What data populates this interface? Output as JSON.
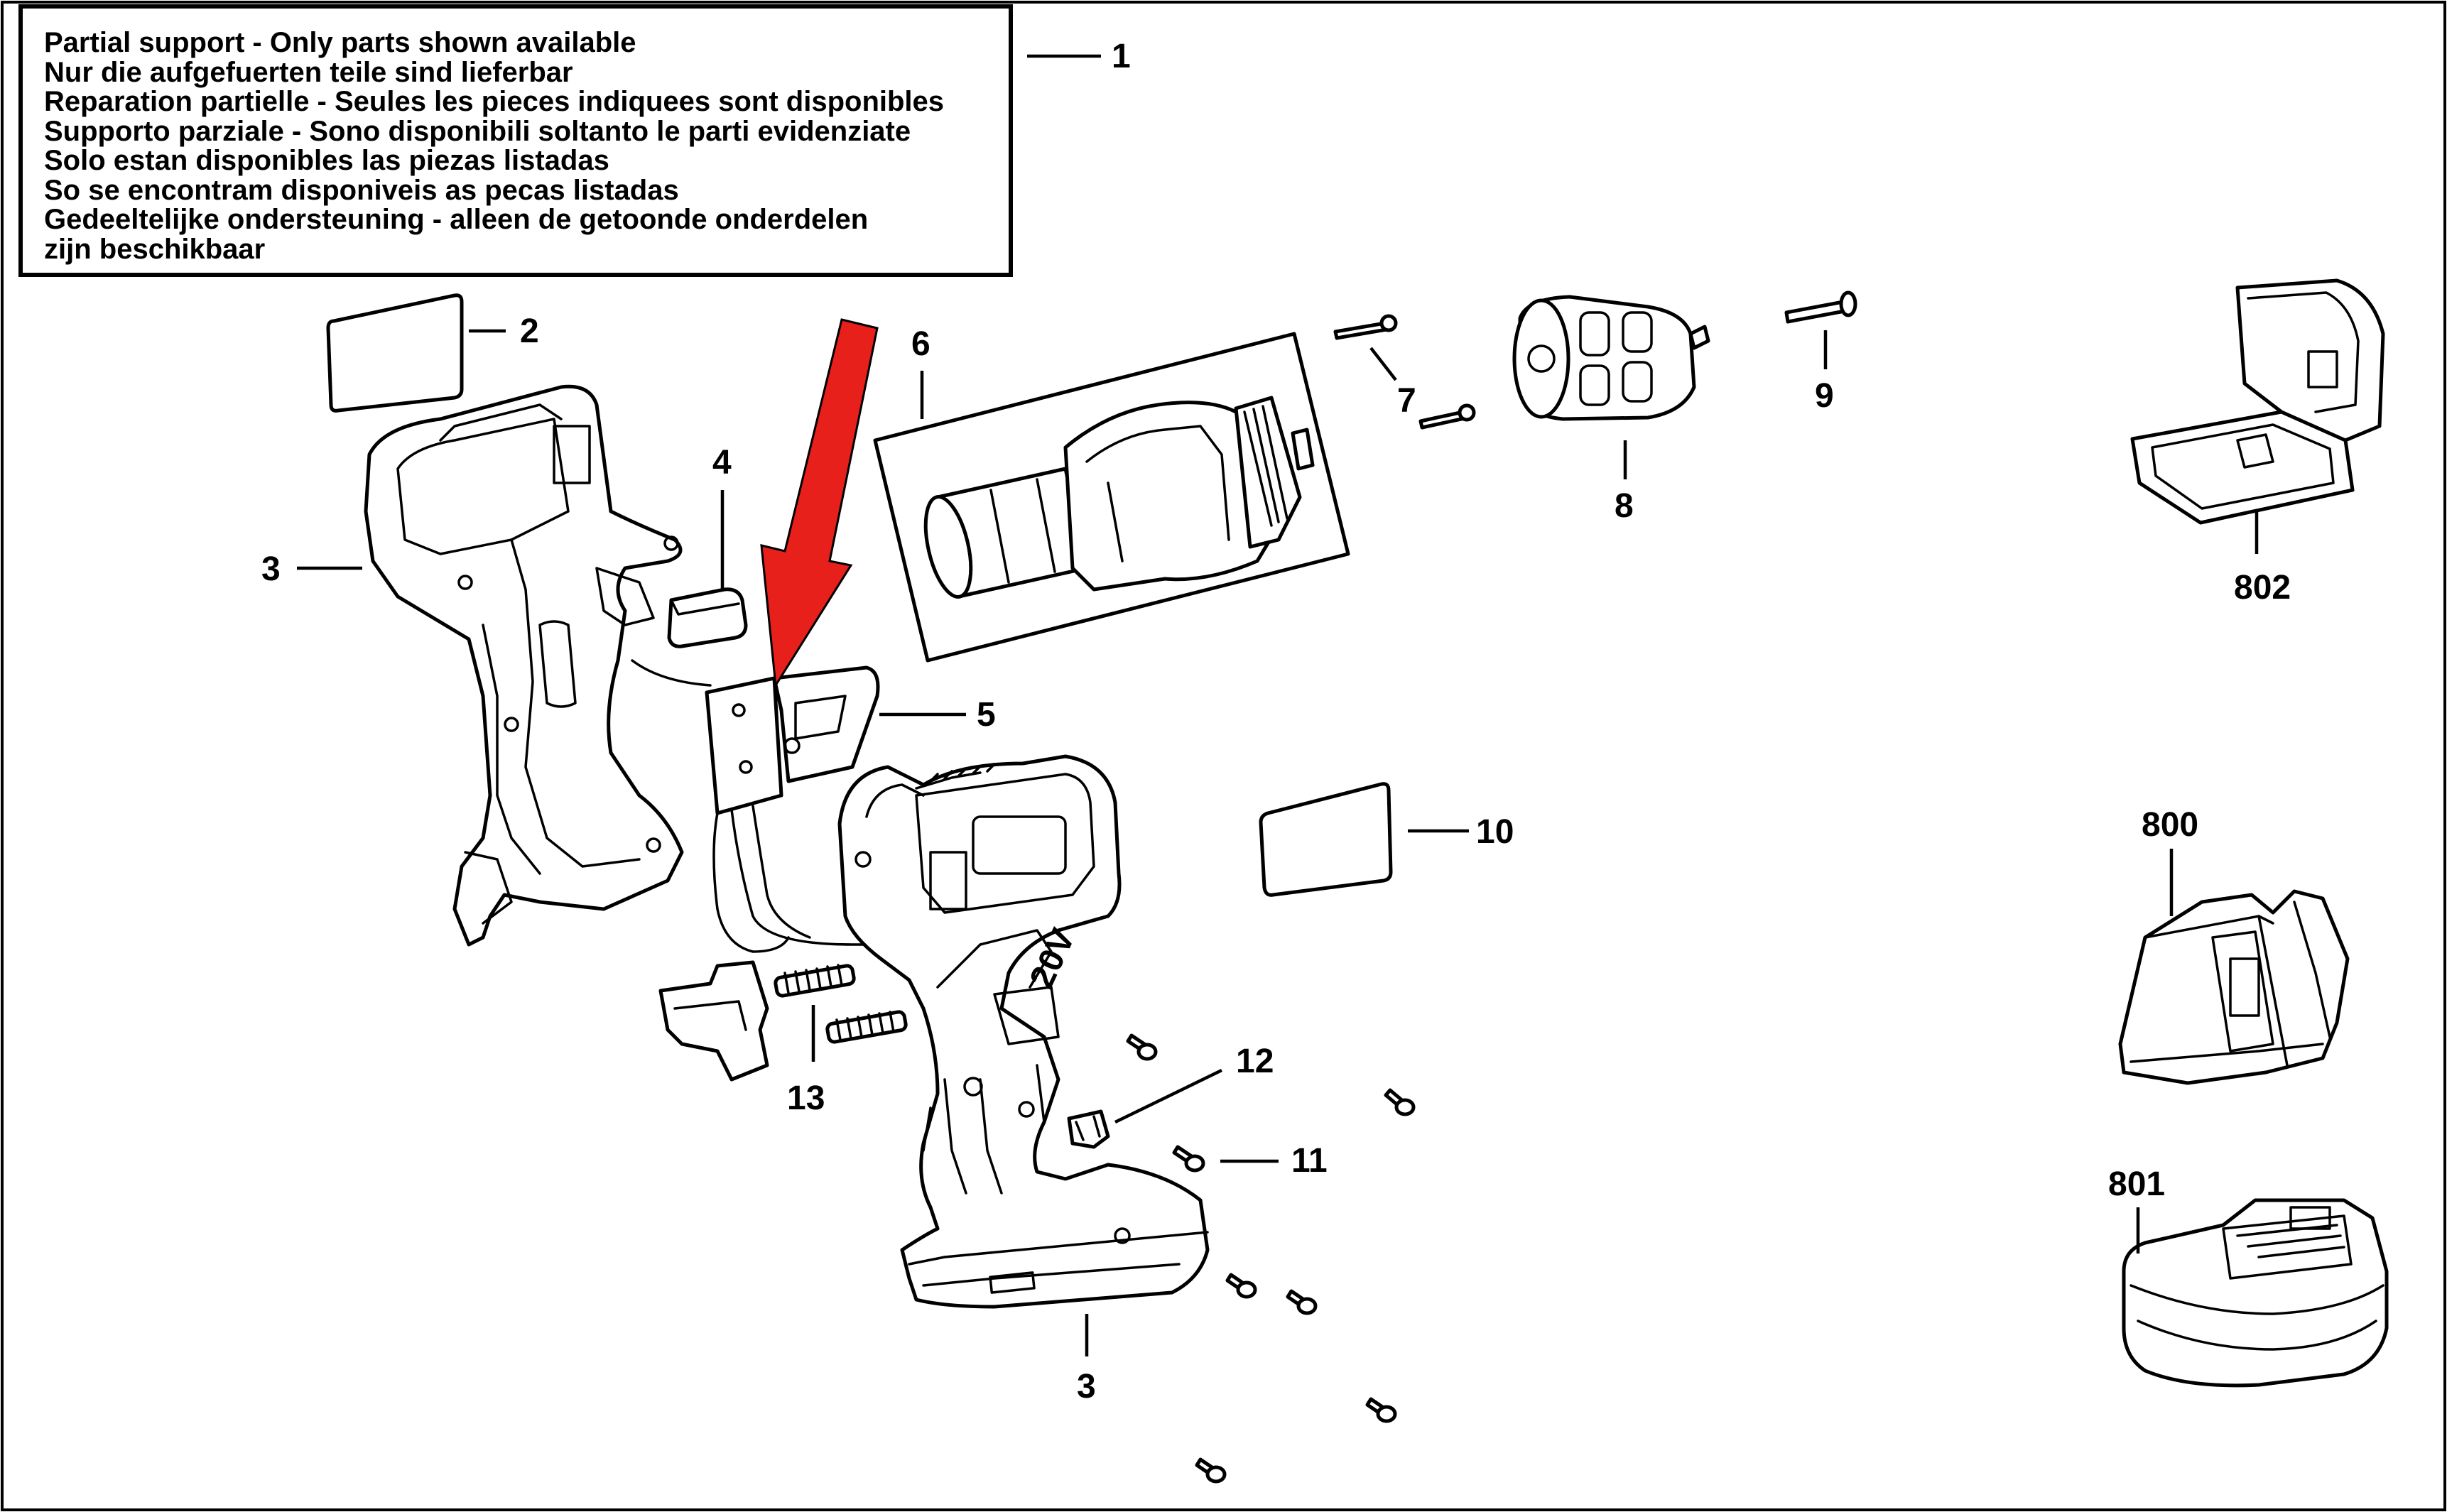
{
  "notice": {
    "lines": [
      "Partial support - Only parts shown available",
      "Nur die aufgefuerten teile sind lieferbar",
      "Reparation partielle - Seules les pieces indiquees sont disponibles",
      "Supporto parziale - Sono disponibili soltanto le parti evidenziate",
      "Solo estan disponibles las piezas listadas",
      "So se encontram disponiveis as pecas listadas",
      "Gedeeltelijke ondersteuning - alleen de getoonde onderdelen",
      "zijn beschikbaar"
    ]
  },
  "callouts": {
    "c1": "1",
    "c2": "2",
    "c3a": "3",
    "c3b": "3",
    "c4": "4",
    "c5": "5",
    "c6": "6",
    "c7": "7",
    "c8": "8",
    "c9": "9",
    "c10": "10",
    "c11": "11",
    "c12": "12",
    "c13": "13",
    "c800": "800",
    "c801": "801",
    "c802": "802"
  },
  "tool_marking": "20V",
  "colors": {
    "arrow": "#e8201c",
    "line": "#000000",
    "background": "#ffffff"
  }
}
